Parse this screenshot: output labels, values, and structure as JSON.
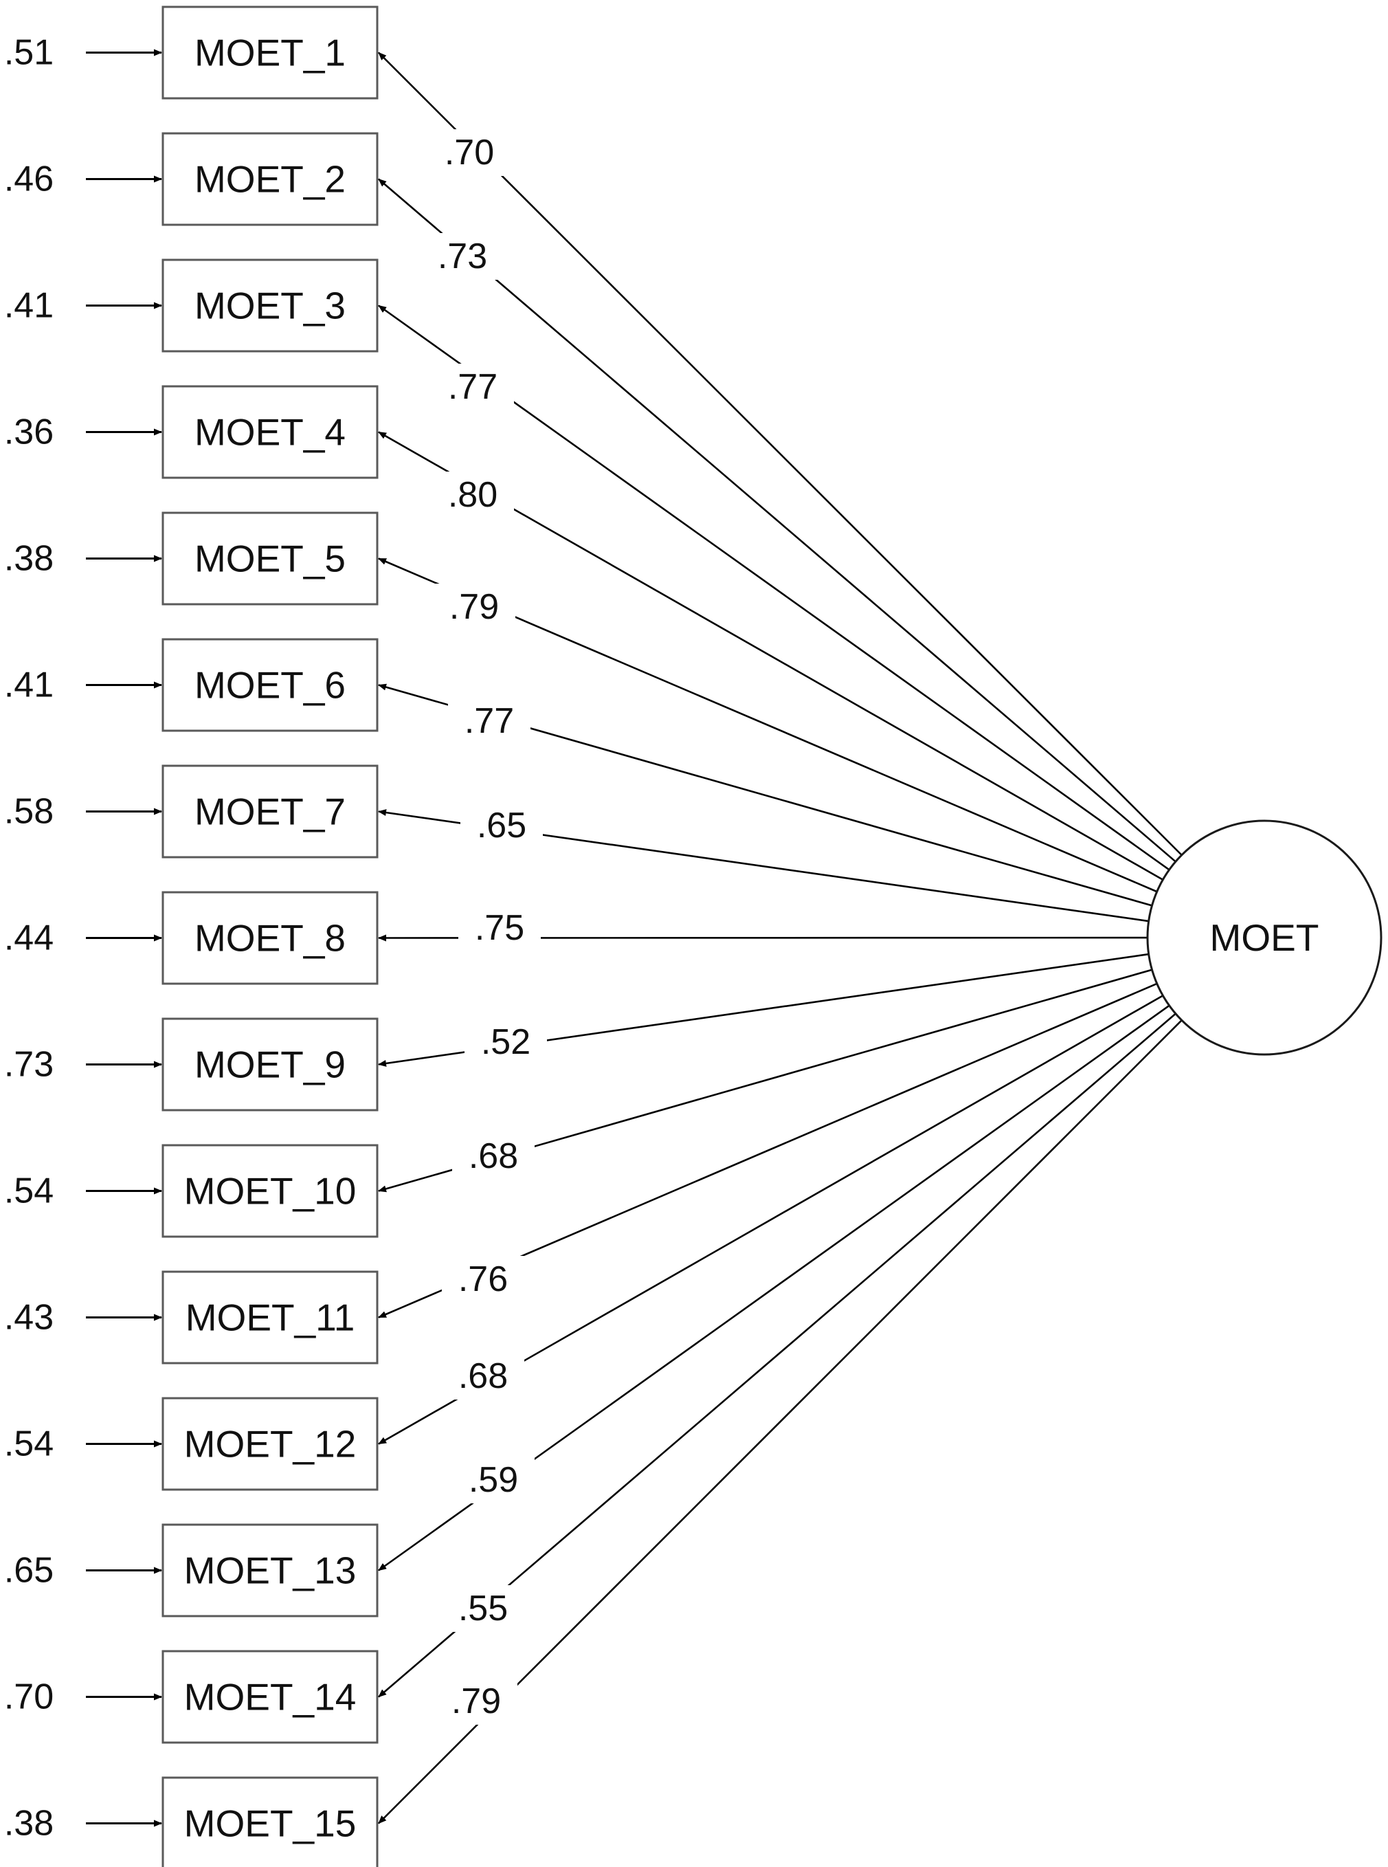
{
  "latent": {
    "label": "MOET"
  },
  "indicators": [
    {
      "label": "MOET_1",
      "loading": ".70",
      "error": ".51"
    },
    {
      "label": "MOET_2",
      "loading": ".73",
      "error": ".46"
    },
    {
      "label": "MOET_3",
      "loading": ".77",
      "error": ".41"
    },
    {
      "label": "MOET_4",
      "loading": ".80",
      "error": ".36"
    },
    {
      "label": "MOET_5",
      "loading": ".79",
      "error": ".38"
    },
    {
      "label": "MOET_6",
      "loading": ".77",
      "error": ".41"
    },
    {
      "label": "MOET_7",
      "loading": ".65",
      "error": ".58"
    },
    {
      "label": "MOET_8",
      "loading": ".75",
      "error": ".44"
    },
    {
      "label": "MOET_9",
      "loading": ".52",
      "error": ".73"
    },
    {
      "label": "MOET_10",
      "loading": ".68",
      "error": ".54"
    },
    {
      "label": "MOET_11",
      "loading": ".76",
      "error": ".43"
    },
    {
      "label": "MOET_12",
      "loading": ".68",
      "error": ".54"
    },
    {
      "label": "MOET_13",
      "loading": ".59",
      "error": ".65"
    },
    {
      "label": "MOET_14",
      "loading": ".55",
      "error": ".70"
    },
    {
      "label": "MOET_15",
      "loading": ".79",
      "error": ".38"
    }
  ]
}
